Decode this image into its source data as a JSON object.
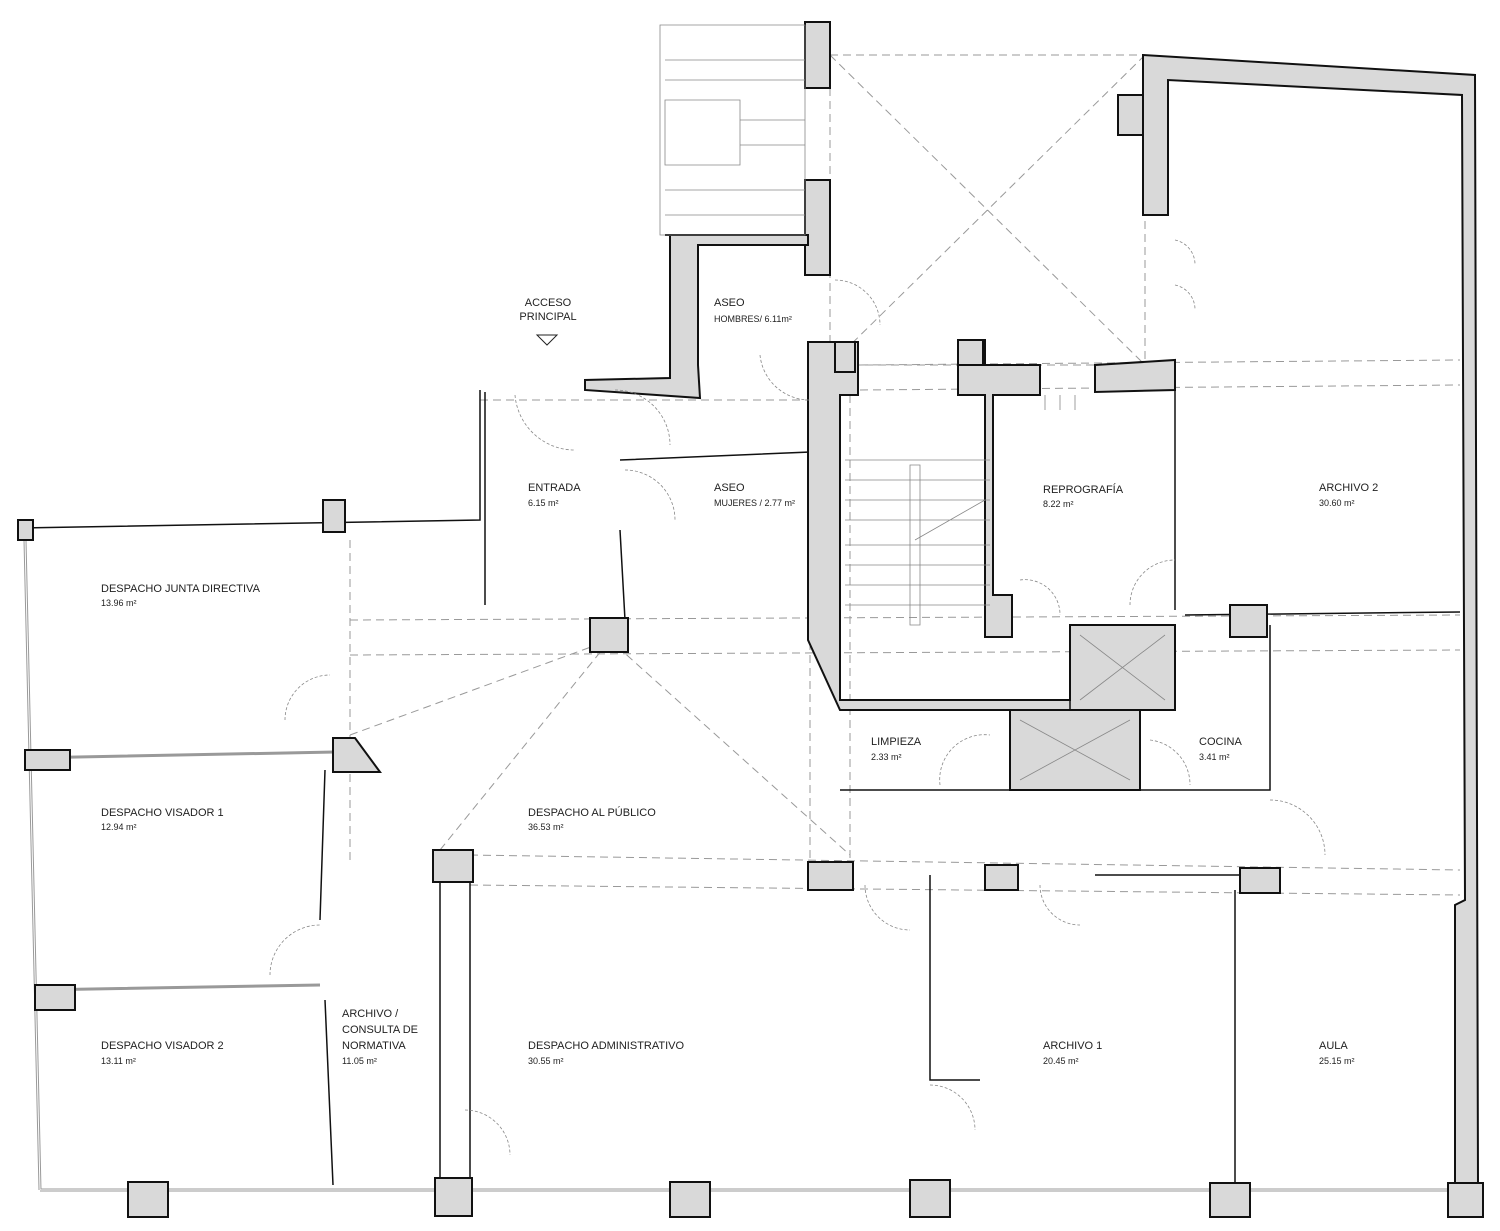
{
  "plan": {
    "access": {
      "line1": "ACCESO",
      "line2": "PRINCIPAL"
    },
    "rooms": [
      {
        "name": "ASEO",
        "sub": "HOMBRES/ 6.11m²"
      },
      {
        "name": "ENTRADA",
        "area": "6.15 m²"
      },
      {
        "name": "ASEO",
        "sub": "MUJERES / 2.77 m²"
      },
      {
        "name": "REPROGRAFÍA",
        "area": "8.22 m²"
      },
      {
        "name": "ARCHIVO 2",
        "area": "30.60 m²"
      },
      {
        "name": "DESPACHO JUNTA DIRECTIVA",
        "area": "13.96 m²"
      },
      {
        "name": "LIMPIEZA",
        "area": "2.33 m²"
      },
      {
        "name": "COCINA",
        "area": "3.41 m²"
      },
      {
        "name": "DESPACHO VISADOR 1",
        "area": "12.94 m²"
      },
      {
        "name": "DESPACHO AL PÚBLICO",
        "area": "36.53 m²"
      },
      {
        "name": "DESPACHO VISADOR 2",
        "area": "13.11 m²"
      },
      {
        "name1": "ARCHIVO /",
        "name2": "CONSULTA DE",
        "name3": "NORMATIVA",
        "area": "11.05 m²"
      },
      {
        "name": "DESPACHO ADMINISTRATIVO",
        "area": "30.55 m²"
      },
      {
        "name": "ARCHIVO 1",
        "area": "20.45 m²"
      },
      {
        "name": "AULA",
        "area": "25.15 m²"
      }
    ]
  }
}
